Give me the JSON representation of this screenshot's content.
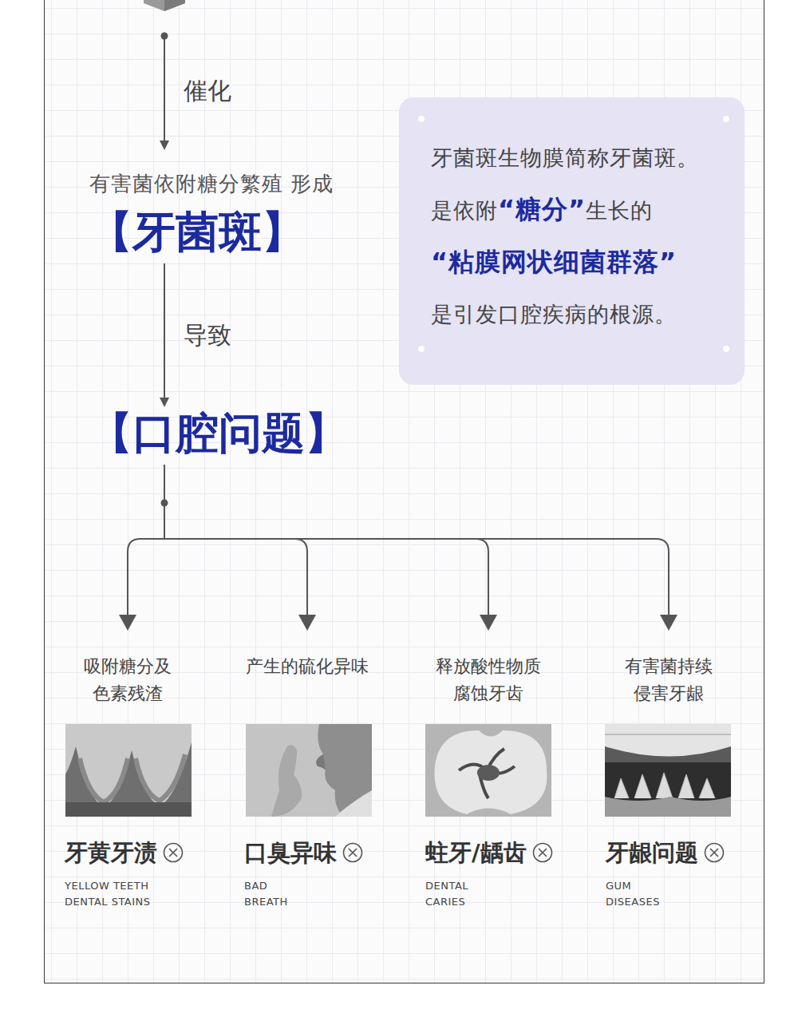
{
  "diagram": {
    "nodes": [
      {
        "text": [
          "有害菌依附糖分繁殖 形成",
          "【牙菌斑】"
        ]
      },
      {
        "text": [
          "牙菌斑生物膜简称牙菌斑。",
          "是依附",
          "“糖分”",
          "生长的",
          "“粘膜网状细菌群落”",
          "是引发口腔疾病的根源。"
        ]
      },
      {
        "text": [
          "【口腔问题】"
        ]
      },
      {
        "text": [
          "吸附糖分及 色素残渣",
          "牙黄牙渍",
          "YELLOW TEETH DENTAL STAINS"
        ]
      },
      {
        "text": [
          "产生的硫化异味",
          "口臭异味",
          "BAD BREATH"
        ]
      },
      {
        "text": [
          "释放酸性物质 腐蚀牙齿",
          "蛀牙/龋齿",
          "DENTAL CARIES"
        ]
      },
      {
        "text": [
          "有害菌持续 侵害牙龈",
          "牙龈问题",
          "GUM DISEASES"
        ]
      }
    ],
    "edges": [
      {
        "from": 0,
        "to": 2,
        "arrow": "to",
        "label": "导致"
      },
      {
        "from": 2,
        "to": 3,
        "arrow": "to"
      },
      {
        "from": 2,
        "to": 4,
        "arrow": "to"
      },
      {
        "from": 2,
        "to": 5,
        "arrow": "to"
      },
      {
        "from": 2,
        "to": 6,
        "arrow": "to"
      }
    ],
    "labels": [
      "催化"
    ]
  }
}
